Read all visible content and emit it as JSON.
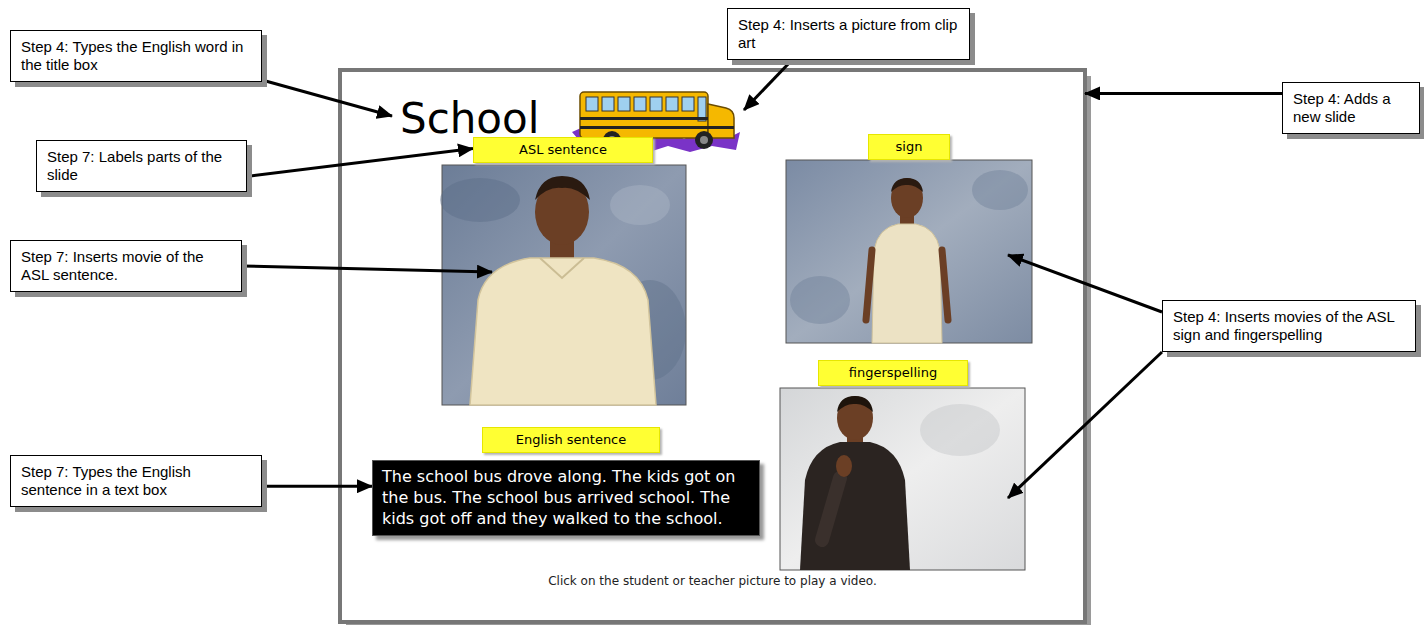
{
  "diagram": {
    "nodes": [
      {
        "text": [
          "Step 4: Types the English word in the title box"
        ]
      },
      {
        "text": [
          "Step 4: Inserts a picture from clip art"
        ]
      },
      {
        "text": [
          "Step 4: Adds a new slide"
        ]
      },
      {
        "text": [
          "Step 7: Labels parts of the slide"
        ]
      },
      {
        "text": [
          "Step 7: Inserts movie of the ASL sentence."
        ]
      },
      {
        "text": [
          "Step 4: Inserts movies of the ASL sign and fingerspelling"
        ]
      },
      {
        "text": [
          "Step 7: Types the English sentence in a text box"
        ]
      },
      {
        "text": [
          "School",
          "Click on the student or teacher picture to play a video."
        ]
      },
      {
        "text": [
          "sign"
        ],
        "in": 7
      },
      {
        "text": [
          "ASL sentence"
        ],
        "in": 7
      },
      {
        "text": [
          "fingerspelling"
        ],
        "in": 7
      },
      {
        "text": [
          "English sentence"
        ],
        "in": 7
      },
      {
        "text": [
          "The school bus drove along. The kids got on the bus. The school bus arrived school. The kids got off and they walked to the school."
        ],
        "in": 7
      }
    ],
    "edges": [
      {
        "from": 2,
        "to": 7,
        "arrow": "to"
      },
      {
        "from": 3,
        "to": 9,
        "arrow": "to"
      },
      {
        "from": 6,
        "to": 12,
        "arrow": "to"
      }
    ]
  }
}
